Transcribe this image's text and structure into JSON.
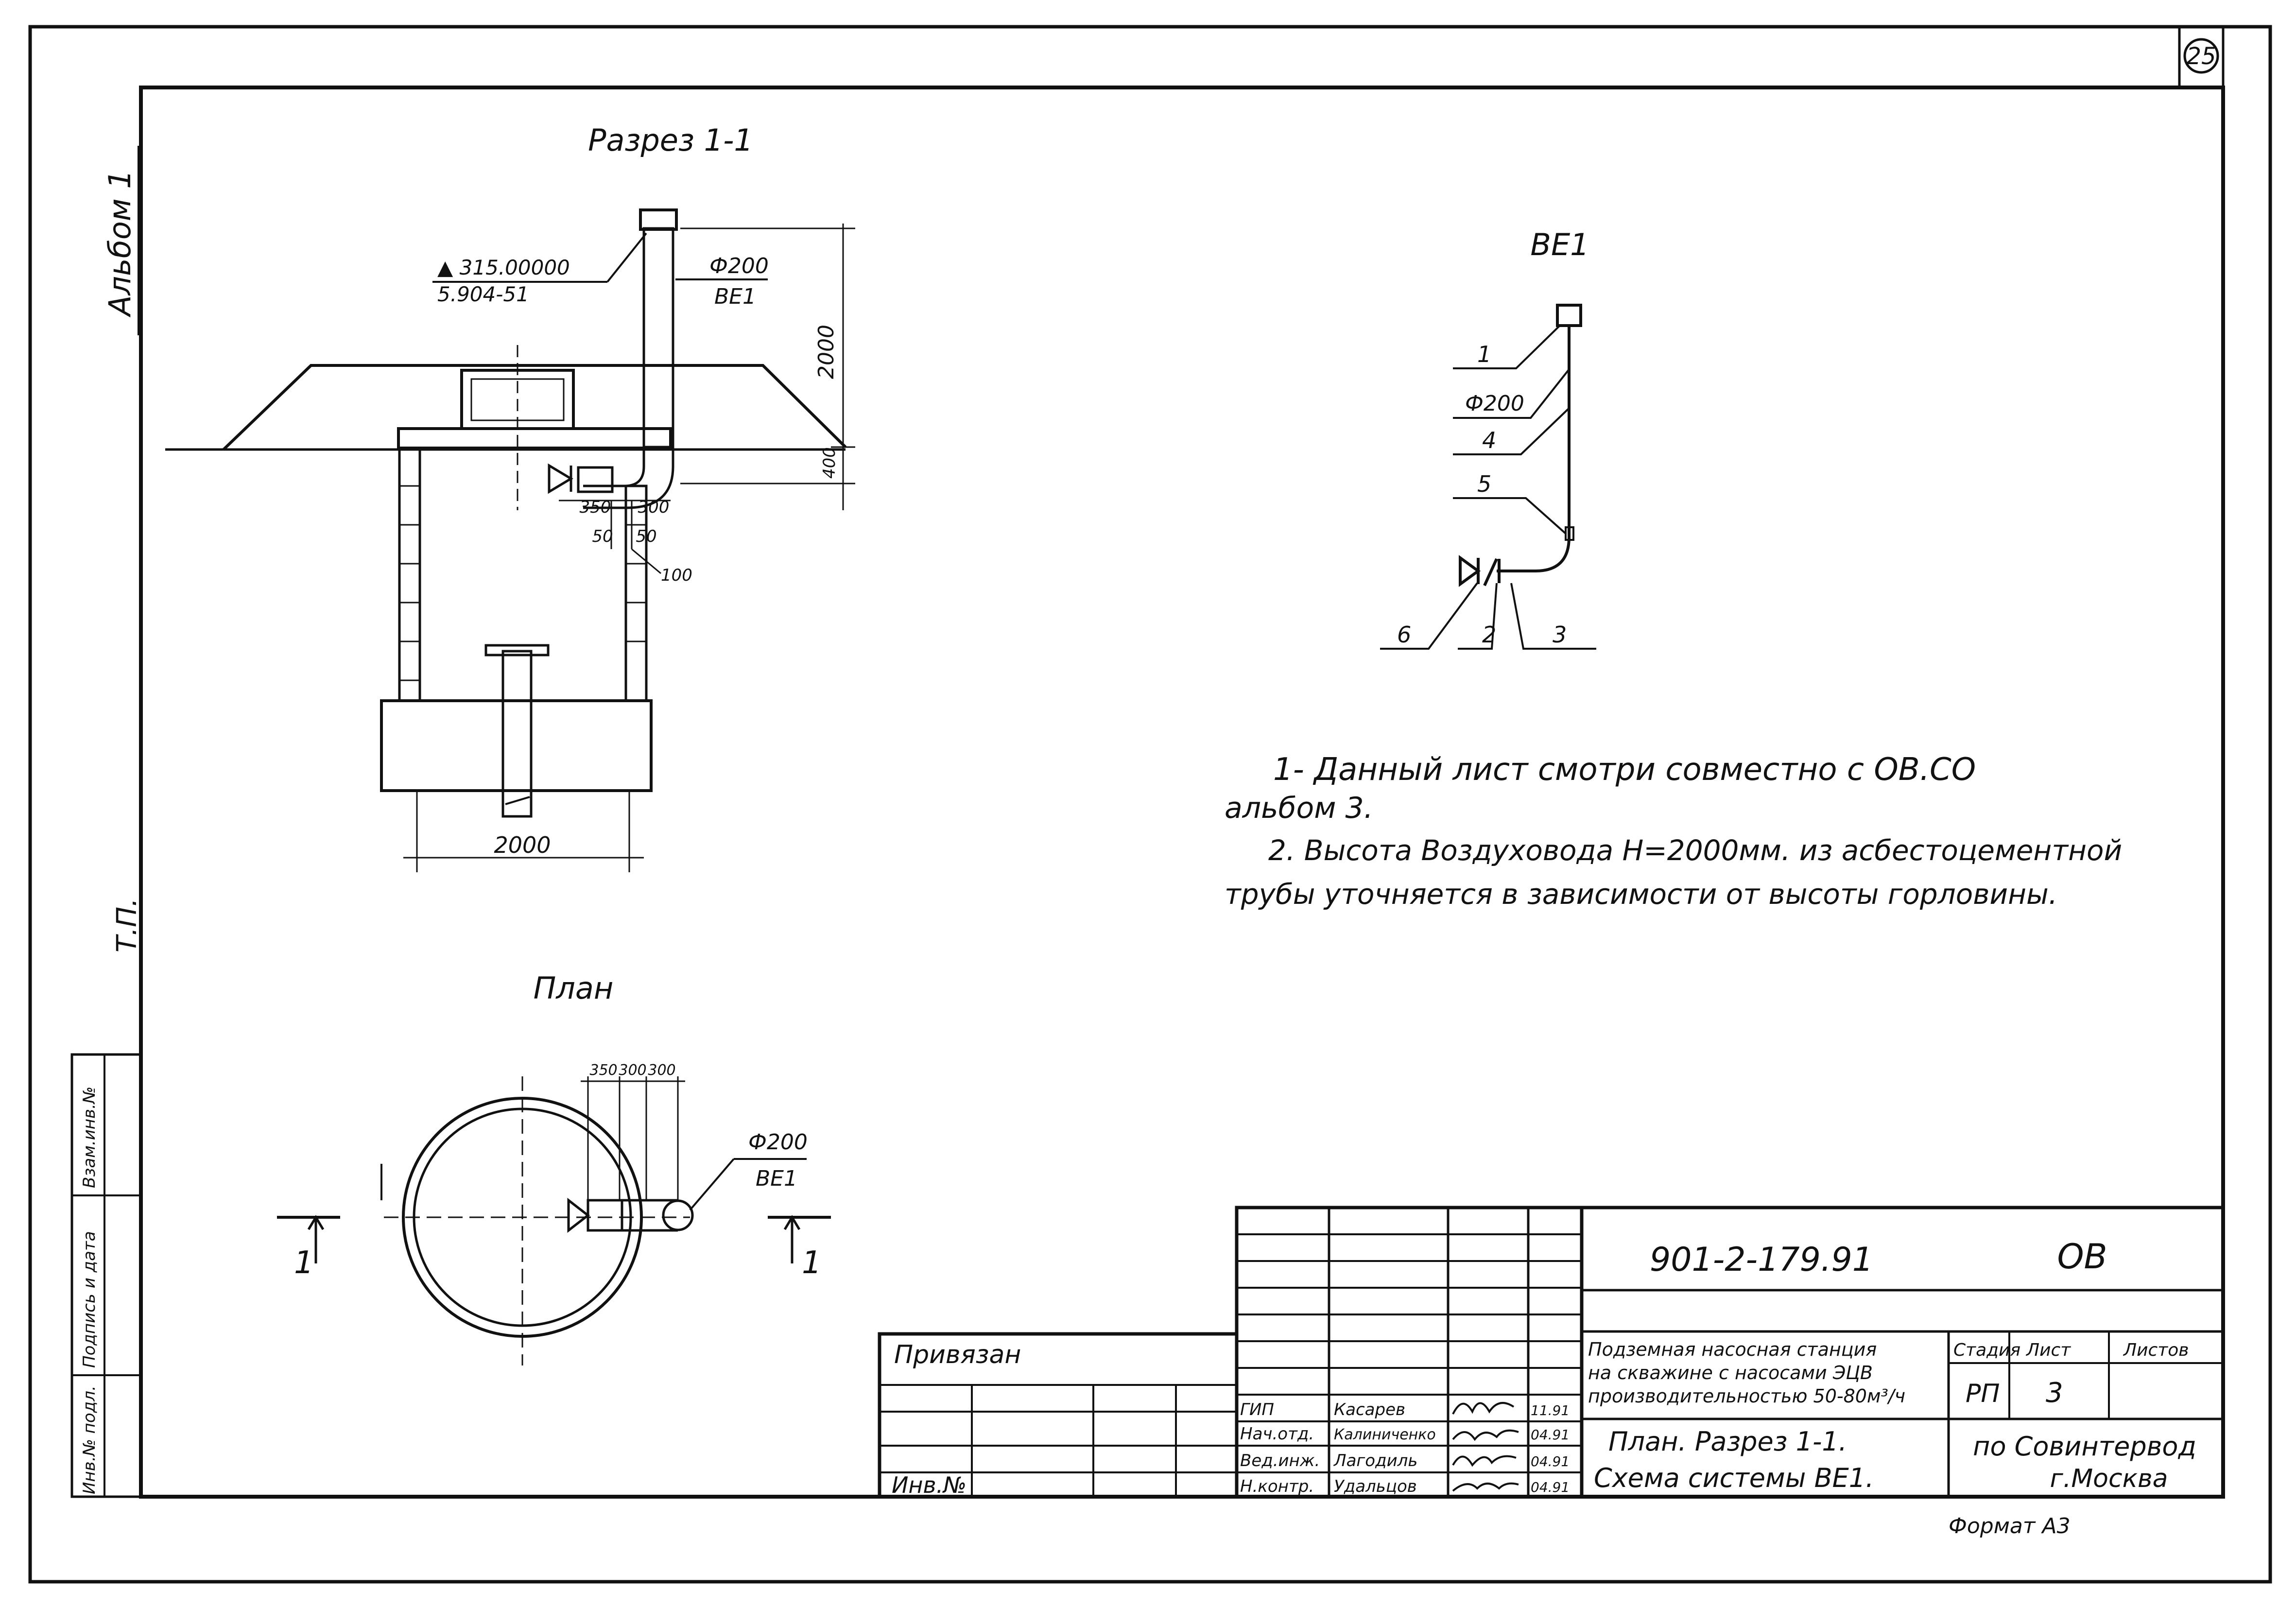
{
  "sheet": {
    "page_number": "25",
    "side_album": "Альбом 1",
    "side_tp": "Т.П."
  },
  "section": {
    "title": "Разрез 1-1",
    "elevation_top": "▲ 315.00000",
    "elevation_bottom": "5.904-51",
    "pipe_diameter": "Ф200",
    "system": "ВЕ1",
    "dim_height": "2000",
    "dim_depth": "400",
    "dim_350": "350",
    "dim_300": "300",
    "dim_50a": "50",
    "dim_50b": "50",
    "dim_100": "100",
    "dim_width": "2000"
  },
  "plan": {
    "title": "План",
    "dim_350": "350",
    "dim_300a": "300",
    "dim_300b": "300",
    "pipe_diameter": "Ф200",
    "system": "ВЕ1",
    "cut_left": "1",
    "cut_right": "1"
  },
  "scheme": {
    "title": "ВЕ1",
    "callouts": [
      "1",
      "Ф200",
      "4",
      "5",
      "6",
      "2",
      "3"
    ]
  },
  "notes": {
    "line1": "1- Данный лист смотри совместно с ОВ.СО",
    "line2": "альбом 3.",
    "line3": "2. Высота Воздуховода Н=2000мм. из асбестоцементной",
    "line4": "трубы уточняется в зависимости от высоты горловины."
  },
  "side_stamp": {
    "col1": "Инв.№ подл.",
    "col2": "Подпись и дата",
    "col3": "Взам.инв.№"
  },
  "title_block": {
    "doc_code": "901-2-179.91",
    "section_code": "ОВ",
    "privyazan": "Привязан",
    "inv_no": "Инв.№",
    "project_name_1": "Подземная насосная станция",
    "project_name_2": "на скважине с насосами ЭЦВ",
    "project_name_3": "производительностью 50-80м³/ч",
    "stage_label": "Стадия",
    "sheet_label": "Лист",
    "sheets_label": "Листов",
    "stage": "РП",
    "sheet": "3",
    "sheets": "",
    "drawing_name_1": "План. Разрез 1-1.",
    "drawing_name_2": "Схема системы ВЕ1.",
    "org_1": "по Совинтервод",
    "org_2": "г.Москва",
    "format": "Формат А3",
    "roles": [
      {
        "role": "ГИП",
        "name": "Касарев",
        "date": "11.91"
      },
      {
        "role": "Нач.отд.",
        "name": "Калиниченко",
        "date": "04.91"
      },
      {
        "role": "Вед.инж.",
        "name": "Лагодиль",
        "date": "04.91"
      },
      {
        "role": "Н.контр.",
        "name": "Удальцов",
        "date": "04.91"
      }
    ]
  }
}
